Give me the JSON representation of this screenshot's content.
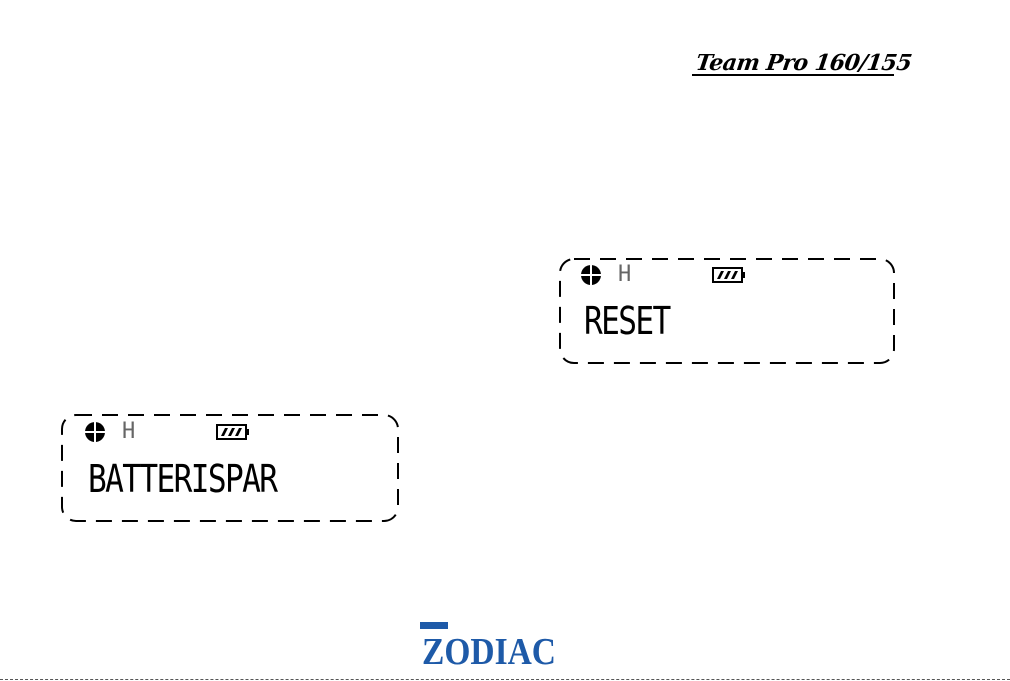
{
  "header": {
    "product_name": "Team Pro 160/155"
  },
  "displays": [
    {
      "mode_indicator": "H",
      "message": "RESET",
      "icons": [
        "globe-icon",
        "battery-icon"
      ]
    },
    {
      "mode_indicator": "H",
      "message": "BATTERISPAR",
      "icons": [
        "globe-icon",
        "battery-icon"
      ]
    }
  ],
  "footer": {
    "brand_name": "ZODIAC",
    "brand_color": "#1e5aa8"
  }
}
